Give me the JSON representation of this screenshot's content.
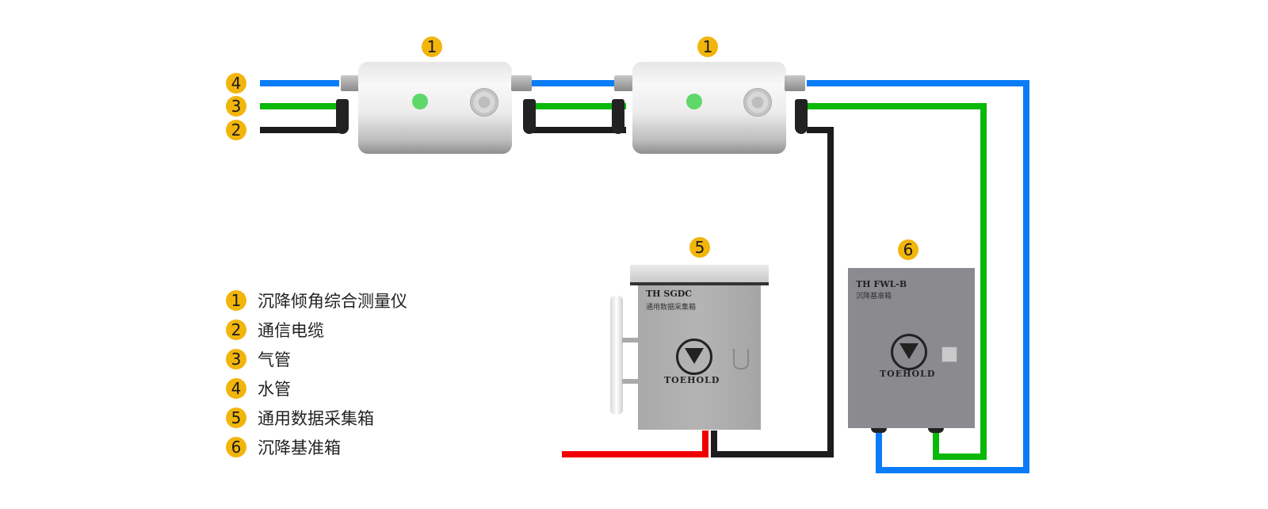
{
  "badges": {
    "sensor_a": "1",
    "sensor_b": "1",
    "pipe_water": "4",
    "pipe_air": "3",
    "pipe_cable": "2",
    "box_collector": "5",
    "box_reference": "6"
  },
  "colors": {
    "badge": "#f2b50c",
    "water_pipe": "#0a7cf7",
    "air_pipe": "#0ab80a",
    "cable": "#1c1c1c",
    "power_cable": "#f00000",
    "indicator_led": "#5fd86a"
  },
  "collector_box": {
    "model": "TH SGDC",
    "subtitle": "通用数据采集箱",
    "brand": "TOEHOLD"
  },
  "reference_box": {
    "model": "TH FWL-B",
    "subtitle": "沉降基准箱",
    "brand": "TOEHOLD"
  },
  "legend": [
    {
      "num": "1",
      "label": "沉降倾角综合测量仪"
    },
    {
      "num": "2",
      "label": "通信电缆"
    },
    {
      "num": "3",
      "label": "气管"
    },
    {
      "num": "4",
      "label": "水管"
    },
    {
      "num": "5",
      "label": "通用数据采集箱"
    },
    {
      "num": "6",
      "label": "沉降基准箱"
    }
  ]
}
